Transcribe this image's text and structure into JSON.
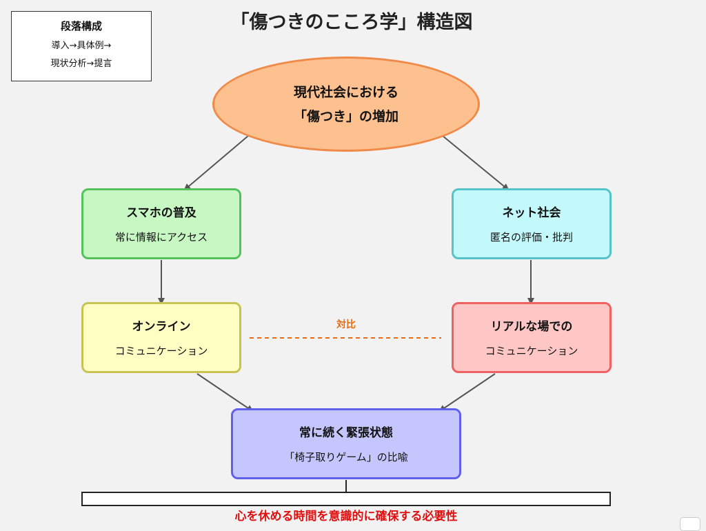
{
  "title": "「傷つきのこころ学」構造図",
  "legend": {
    "title": "段落構成",
    "line1": "導入→具体例→",
    "line2": "現状分析→提言"
  },
  "nodes": {
    "center": {
      "line1": "現代社会における",
      "line2": "「傷つき」の増加"
    },
    "smartphone": {
      "title": "スマホの普及",
      "sub": "常に情報にアクセス"
    },
    "net": {
      "title": "ネット社会",
      "sub": "匿名の評価・批判"
    },
    "online": {
      "title": "オンライン",
      "sub": "コミュニケーション"
    },
    "real": {
      "title": "リアルな場での",
      "sub": "コミュニケーション"
    },
    "tension": {
      "title": "常に続く緊張状態",
      "sub": "「椅子取りゲーム」の比喩"
    }
  },
  "contrast_label": "対比",
  "conclusion": "心を休める時間を意識的に確保する必要性",
  "colors": {
    "arrow": "#555555",
    "contrast": "#e86b10",
    "conclusion": "#e01010"
  }
}
